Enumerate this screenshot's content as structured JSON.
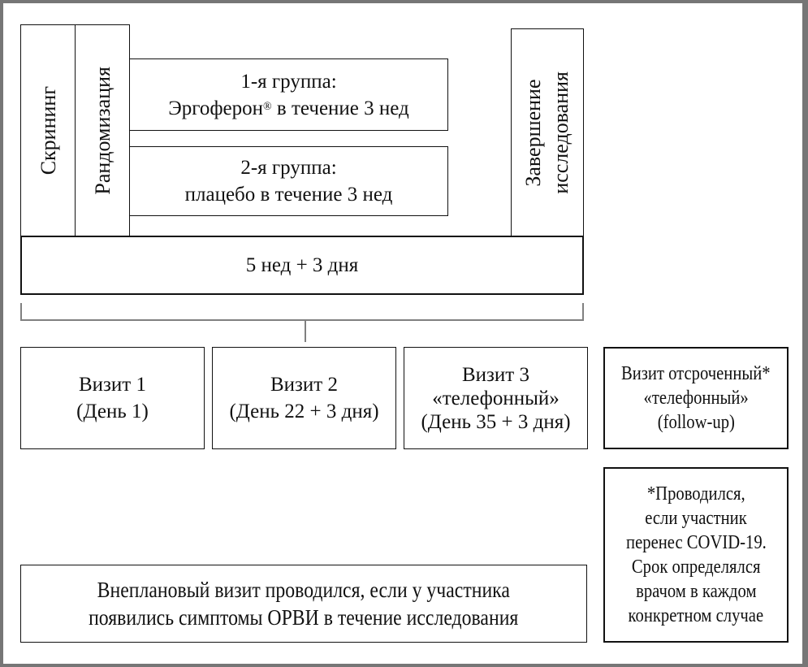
{
  "diagram": {
    "timeline": {
      "screening": "Скрининг",
      "randomization": "Рандомизация",
      "group1": {
        "line1": "1-я группа:",
        "line2_drug": "Эргоферон",
        "line2_mark": "®",
        "line2_rest": " в течение 3 нед"
      },
      "group2": {
        "line1": "2-я группа:",
        "line2": "плацебо в течение 3 нед"
      },
      "completion": {
        "line1": "Завершение",
        "line2": "исследования"
      },
      "duration": "5 нед + 3 дня"
    },
    "visits": [
      {
        "title": "Визит 1",
        "detail": "(День 1)"
      },
      {
        "title": "Визит 2",
        "detail": "(День 22 + 3 дня)"
      },
      {
        "title": "Визит 3",
        "subtitle": "«телефонный»",
        "detail": "(День 35 + 3 дня)"
      },
      {
        "title": "Визит отсроченный*",
        "subtitle": "«телефонный»",
        "detail": "(follow-up)"
      }
    ],
    "unscheduled_note": {
      "line1": "Внеплановый визит проводился, если у участника",
      "line2": "появились симптомы ОРВИ в течение исследования"
    },
    "footnote": {
      "lines": [
        "*Проводился,",
        "если участник",
        "перенес COVID-19.",
        "Срок определялся",
        "врачом в каждом",
        "конкретном случае"
      ]
    }
  }
}
